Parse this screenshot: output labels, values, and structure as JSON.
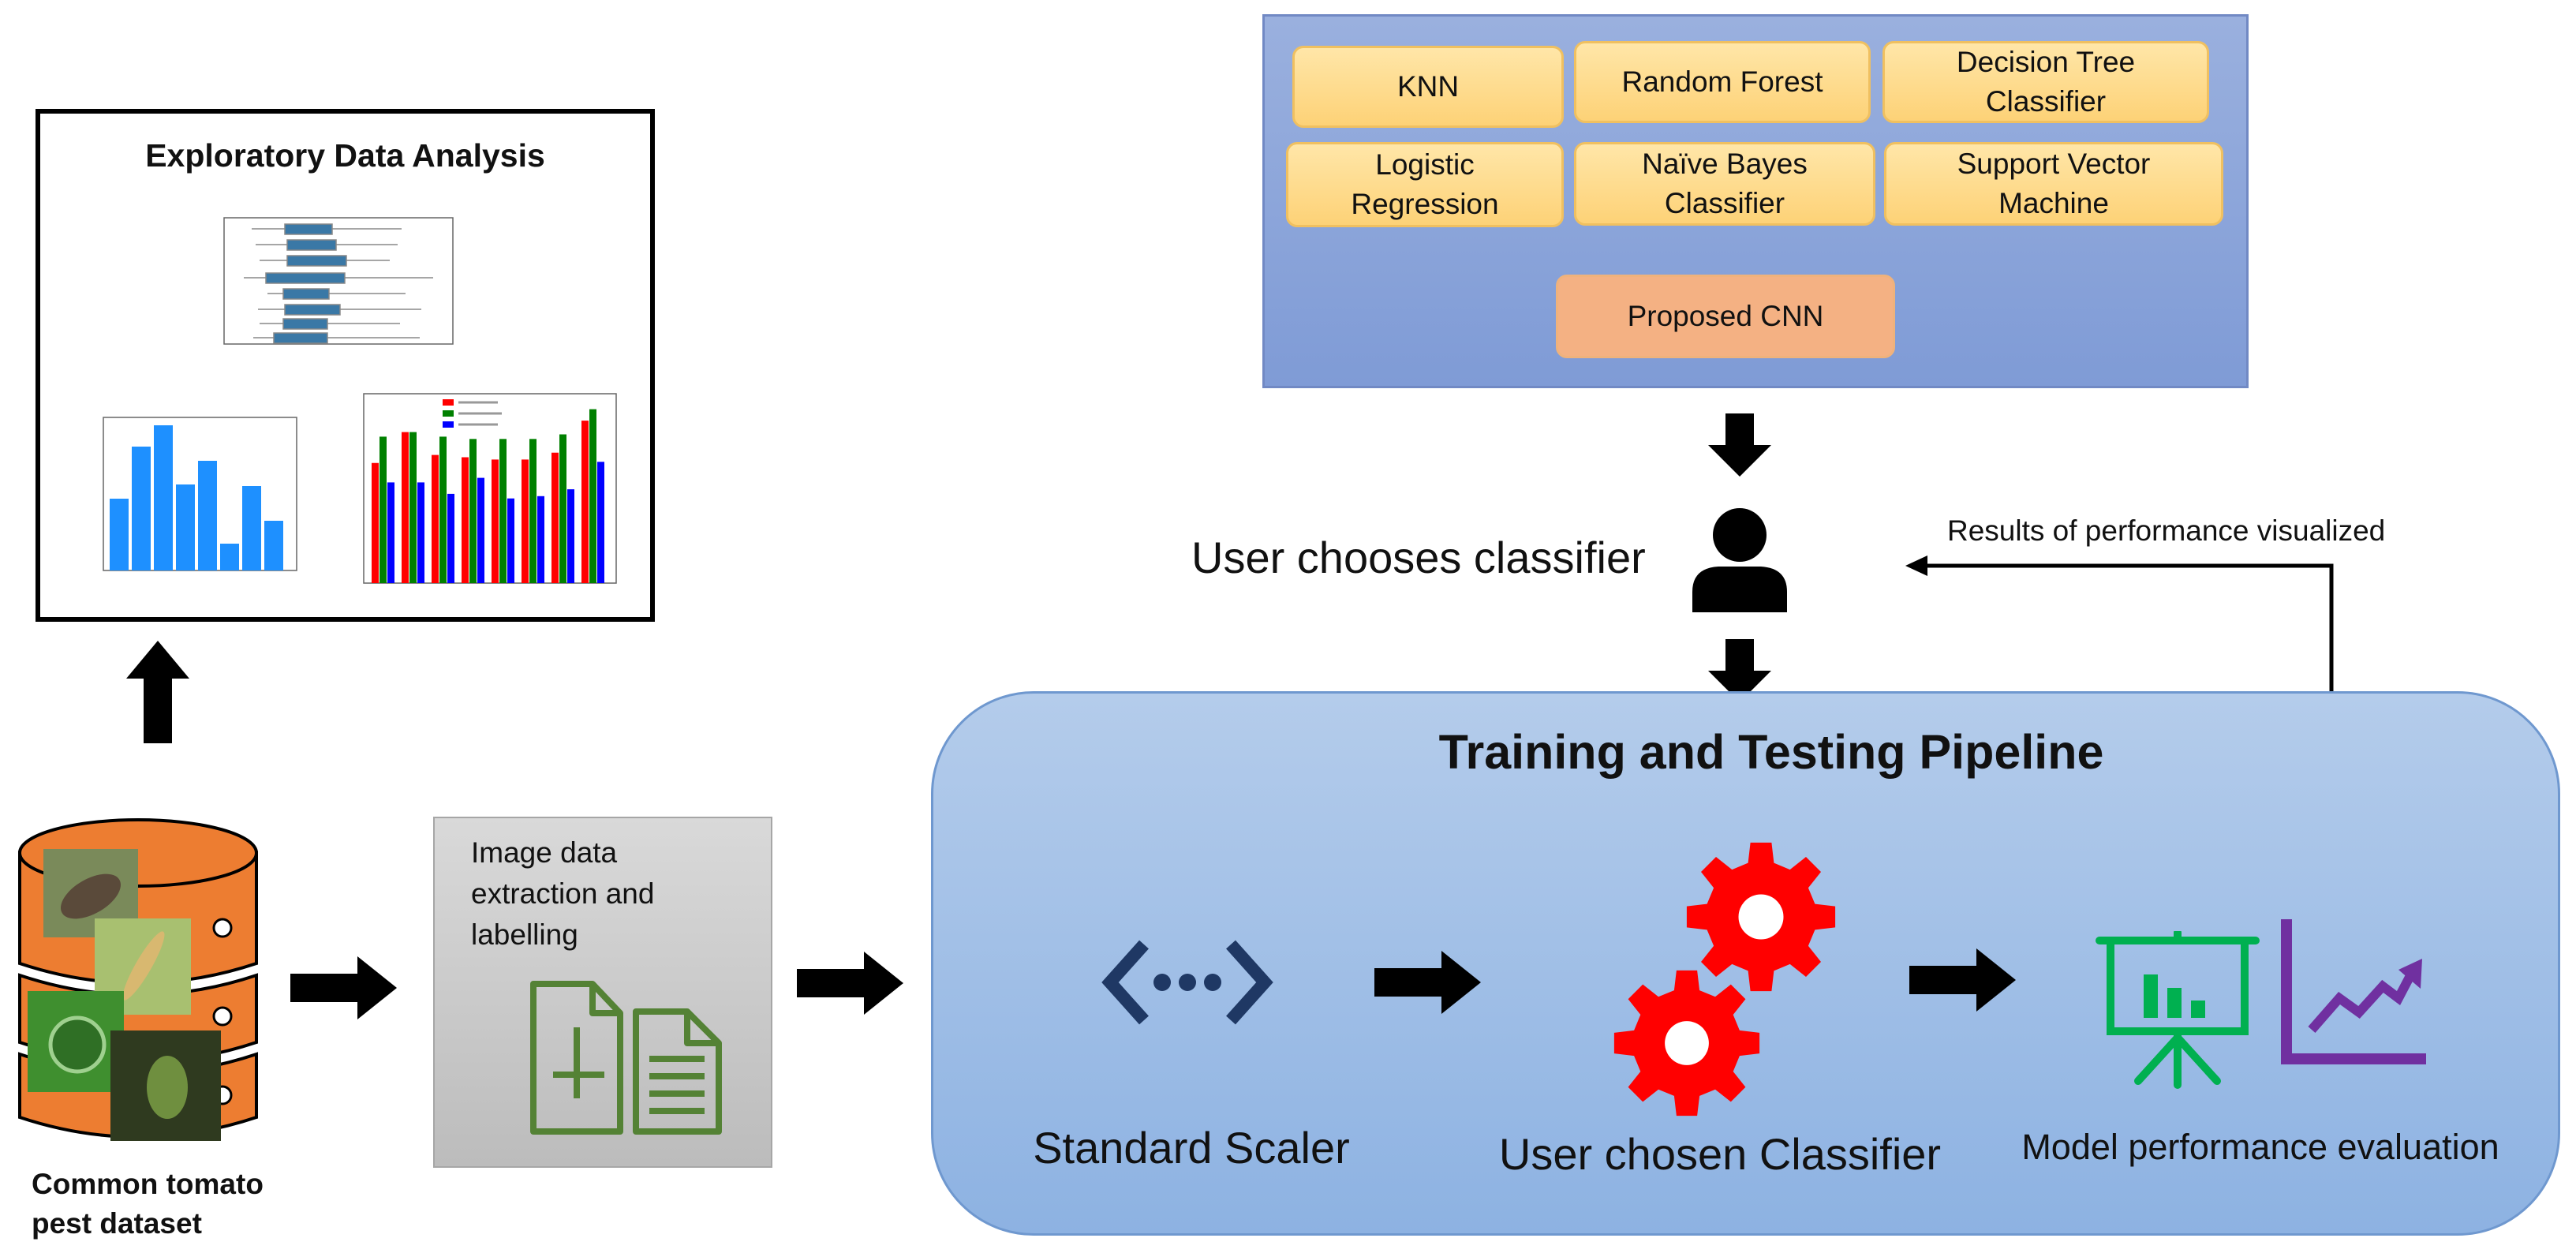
{
  "classifiers": {
    "knn": "KNN",
    "random_forest": "Random Forest",
    "decision_tree": "Decision Tree\nClassifier",
    "logistic_regression": "Logistic\nRegression",
    "naive_bayes": "Naïve Bayes\nClassifier",
    "svm": "Support Vector\nMachine",
    "proposed_cnn": "Proposed CNN"
  },
  "user_step": {
    "label": "User chooses classifier",
    "feedback_label": "Results of performance visualized"
  },
  "eda": {
    "title": "Exploratory Data Analysis"
  },
  "dataset": {
    "label": "Common tomato\npest dataset"
  },
  "extraction": {
    "label": "Image data\nextraction and\nlabelling"
  },
  "pipeline": {
    "title": "Training and Testing Pipeline",
    "scaler_label": "Standard Scaler",
    "classifier_label": "User chosen Classifier",
    "evaluation_label": "Model performance evaluation"
  },
  "colors": {
    "gear": "#ff0000",
    "scaler_icon": "#1f3864",
    "presentation_icon": "#00b050",
    "trend_icon": "#7030a0",
    "document_icon": "#548235",
    "database": "#ed7d31",
    "bar_blue": "#1e90ff",
    "avg_red": "#ff0000",
    "avg_green": "#008000",
    "avg_blue": "#0000ff"
  }
}
